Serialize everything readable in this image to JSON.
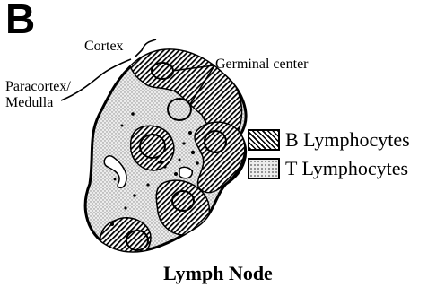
{
  "panel_letter": "B",
  "labels": {
    "cortex": "Cortex",
    "paracortex": "Paracortex/",
    "medulla": "Medulla",
    "germinal_center": "Germinal center"
  },
  "legend": [
    {
      "label": "B Lymphocytes",
      "pattern": "hatched"
    },
    {
      "label": "T Lymphocytes",
      "pattern": "stippled"
    }
  ],
  "caption": "Lymph Node",
  "colors": {
    "ink": "#000000",
    "background": "#ffffff",
    "stipple_fill": "#ececec"
  }
}
